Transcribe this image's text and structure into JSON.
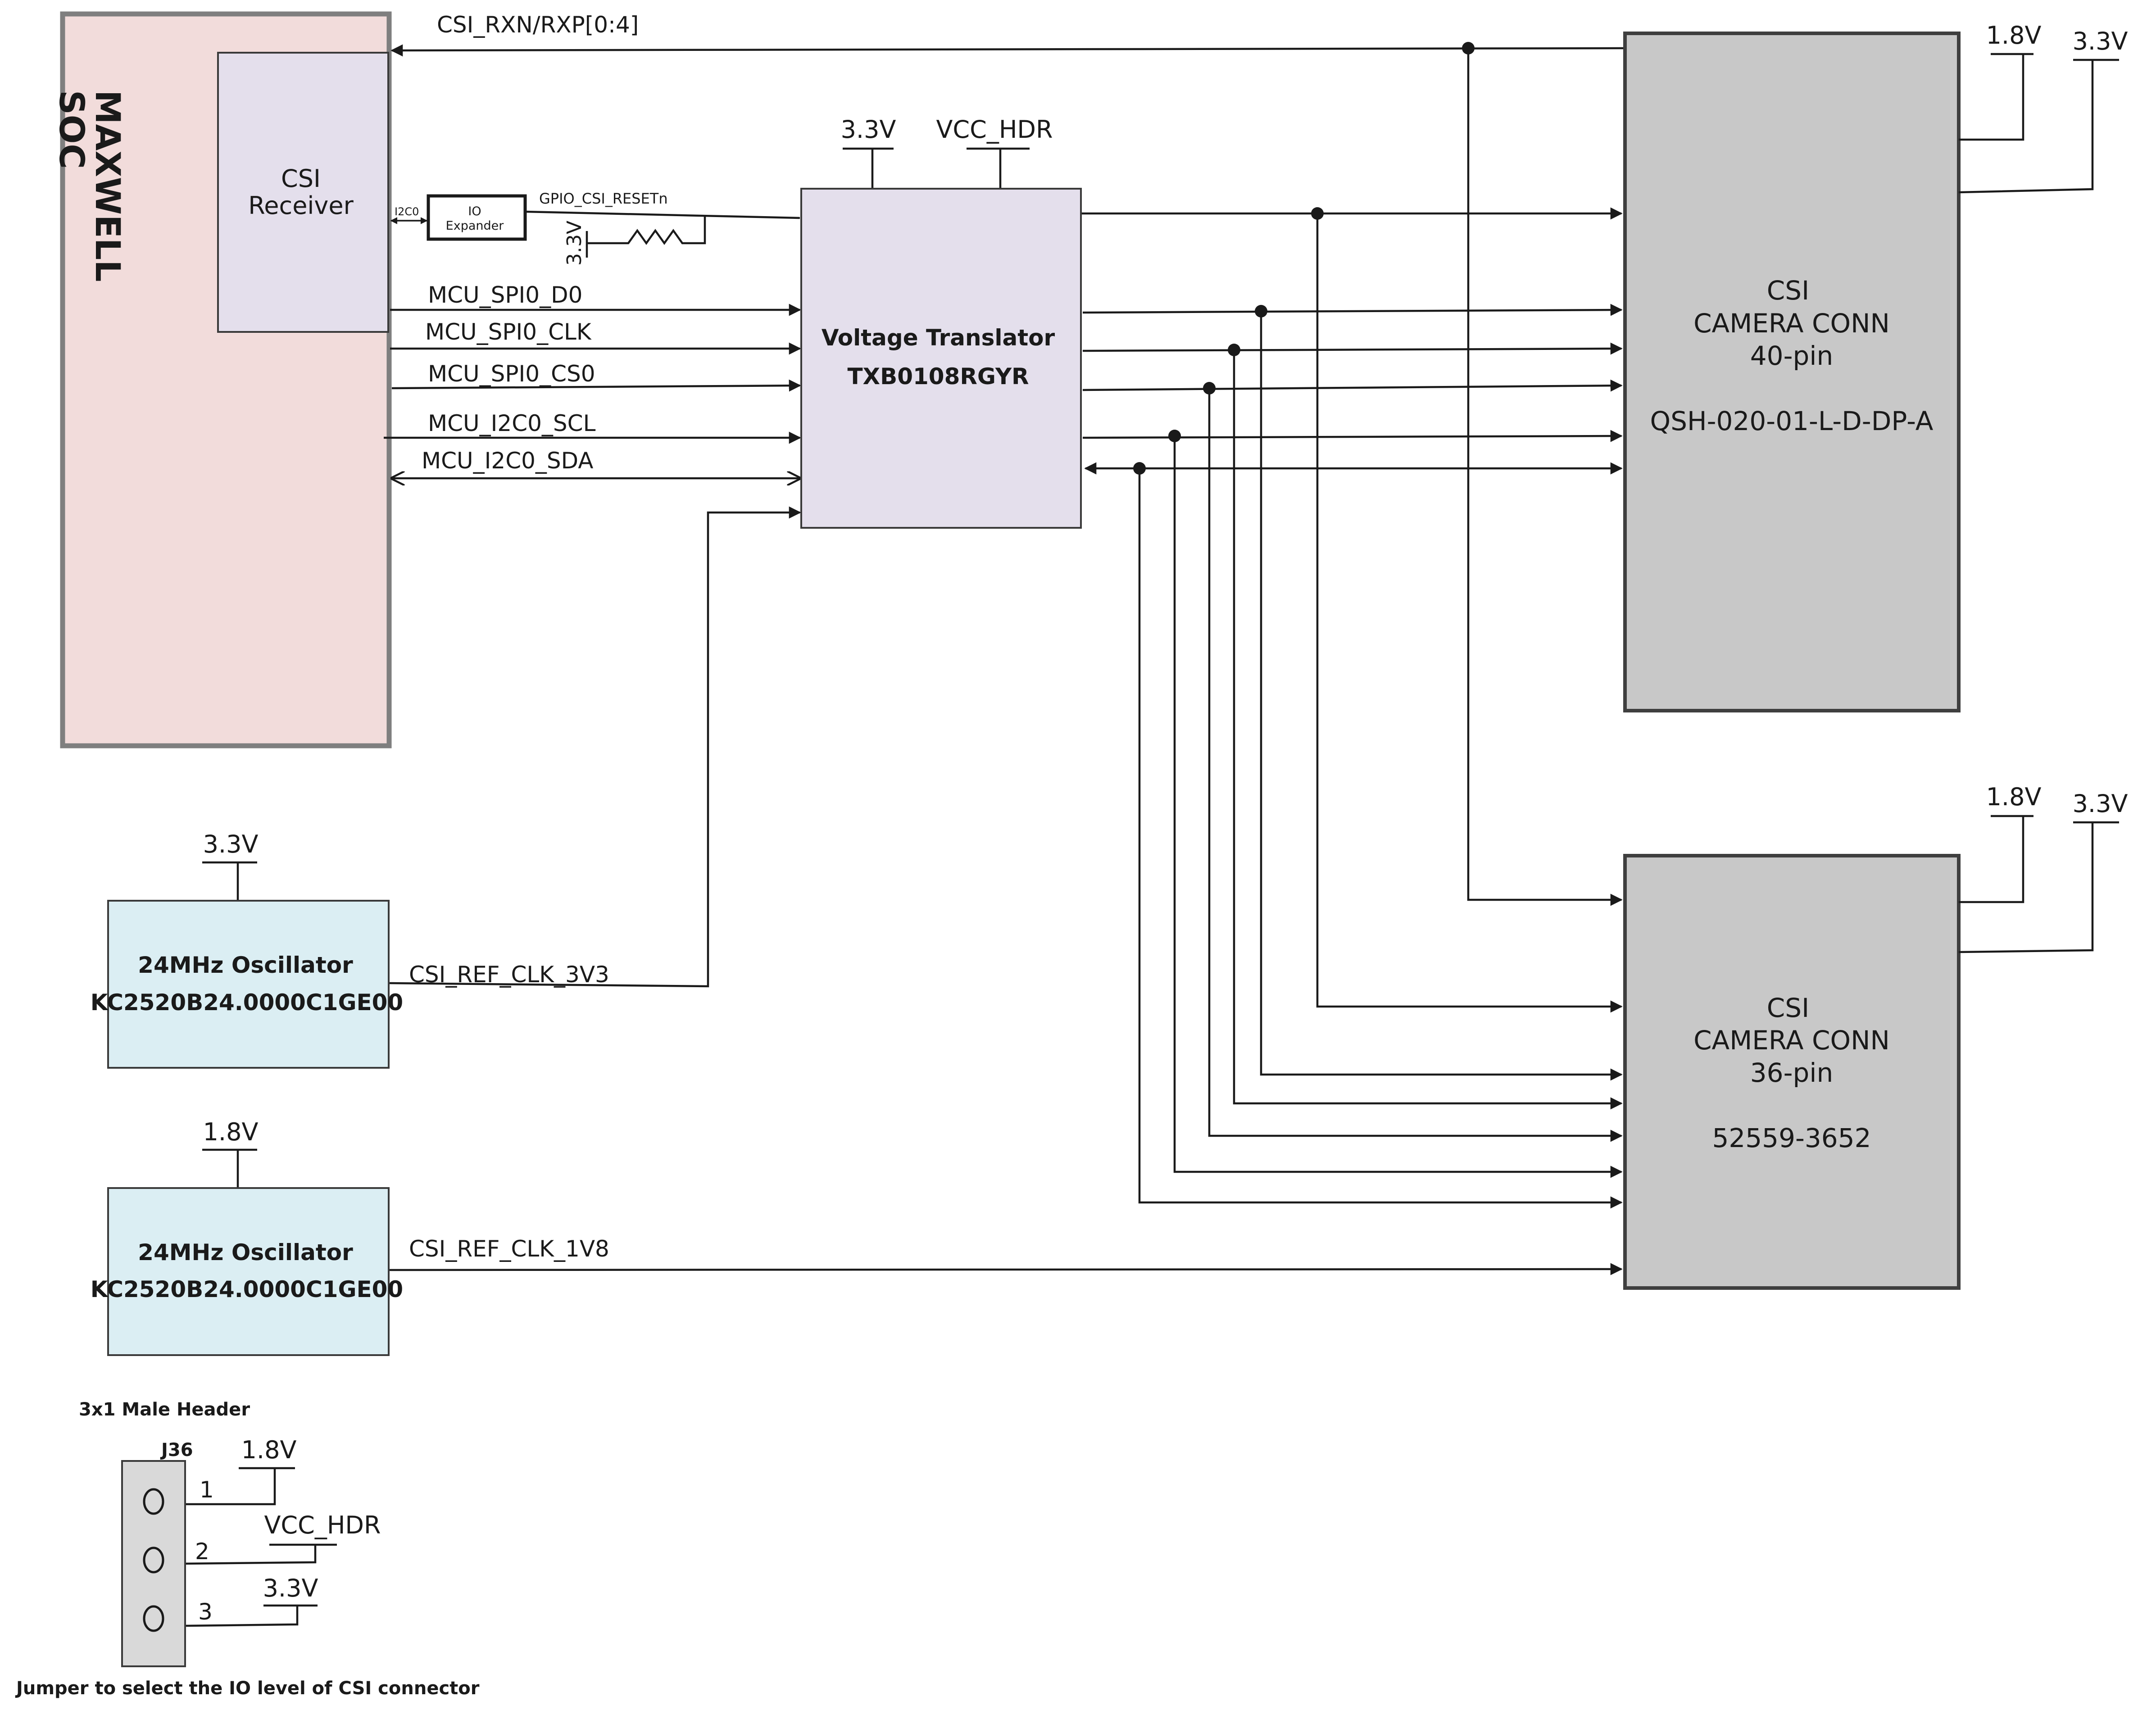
{
  "soc": {
    "title_line1": "MAXWELL",
    "title_line2": "SOC"
  },
  "csi_receiver": {
    "line1": "CSI",
    "line2": "Receiver"
  },
  "io_expander": {
    "line1": "IO",
    "line2": "Expander",
    "bus_label": "I2C0"
  },
  "gpio_label": "GPIO_CSI_RESETn",
  "pullup_label": "3.3V",
  "csi_bus_label": "CSI_RXN/RXP[0:4]",
  "signals": {
    "spi_d0": "MCU_SPI0_D0",
    "spi_clk": "MCU_SPI0_CLK",
    "spi_cs0": "MCU_SPI0_CS0",
    "i2c_scl": "MCU_I2C0_SCL",
    "i2c_sda": "MCU_I2C0_SDA"
  },
  "translator": {
    "line1": "Voltage Translator",
    "line2": "TXB0108RGYR",
    "supply_a": "3.3V",
    "supply_b": "VCC_HDR"
  },
  "conn40": {
    "line1": "CSI",
    "line2": "CAMERA CONN",
    "line3": "40-pin",
    "part": "QSH-020-01-L-D-DP-A",
    "rail_a": "1.8V",
    "rail_b": "3.3V"
  },
  "conn36": {
    "line1": "CSI",
    "line2": "CAMERA CONN",
    "line3": "36-pin",
    "part": "52559-3652",
    "rail_a": "1.8V",
    "rail_b": "3.3V"
  },
  "osc1": {
    "supply": "3.3V",
    "line1": "24MHz Oscillator",
    "line2": "KC2520B24.0000C1GE00",
    "signal": "CSI_REF_CLK_3V3"
  },
  "osc2": {
    "supply": "1.8V",
    "line1": "24MHz Oscillator",
    "line2": "KC2520B24.0000C1GE00",
    "signal": "CSI_REF_CLK_1V8"
  },
  "header": {
    "title": "3x1 Male Header",
    "ref": "J36",
    "pin1": "1",
    "pin2": "2",
    "pin3": "3",
    "pin1_net": "1.8V",
    "pin2_net": "VCC_HDR",
    "pin3_net": "3.3V",
    "caption": "Jumper to select the IO level of CSI connector"
  },
  "colors": {
    "soc_fill": "#f2dcdb",
    "receiver_fill": "#e4dfec",
    "translator_fill": "#e4dfec",
    "connector_fill": "#c8c8c8",
    "oscillator_fill": "#dbeef3",
    "header_fill": "#d9d9d9",
    "border": "#7f7f7f"
  }
}
